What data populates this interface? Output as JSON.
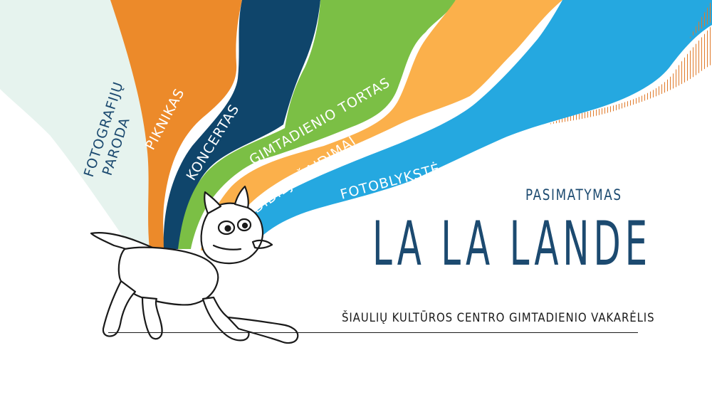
{
  "poster": {
    "subtitle": "PASIMATYMAS",
    "title": "LA LA LANDE",
    "tagline": "ŠIAULIŲ KULTŪROS CENTRO GIMTADIENIO VAKARĖLIS"
  },
  "bands": [
    {
      "id": "fotografiju-paroda",
      "lines": [
        "FOTOGRAFIJŲ",
        "PARODA"
      ],
      "color": "#e6f3ee",
      "text_color": "#1c4a70"
    },
    {
      "id": "piknikas",
      "lines": [
        "PIKNIKAS"
      ],
      "color": "#ec8a2a",
      "text_color": "#ffffff"
    },
    {
      "id": "koncertas",
      "lines": [
        "KONCERTAS"
      ],
      "color": "#0f456b",
      "text_color": "#ffffff"
    },
    {
      "id": "gimtadienio-tortas",
      "lines": [
        "GIMTADIENIO TORTAS"
      ],
      "color": "#7bbf45",
      "text_color": "#ffffff"
    },
    {
      "id": "didieji-zaidimai",
      "lines": [
        "DIDIEJI ŽAIDIMAI"
      ],
      "color": "#fbb04b",
      "text_color": "#ffffff"
    },
    {
      "id": "fotoblykste",
      "lines": [
        "FOTOBLYKSTĖ"
      ],
      "color": "#25a8e0",
      "text_color": "#ffffff"
    }
  ],
  "colors": {
    "navy": "#1c4a70",
    "ink": "#1a1a1a",
    "hatch": "#e07a2a"
  },
  "icons": {
    "mascot": "cat-mascot-icon",
    "hatching": "hatch-pattern-icon"
  }
}
